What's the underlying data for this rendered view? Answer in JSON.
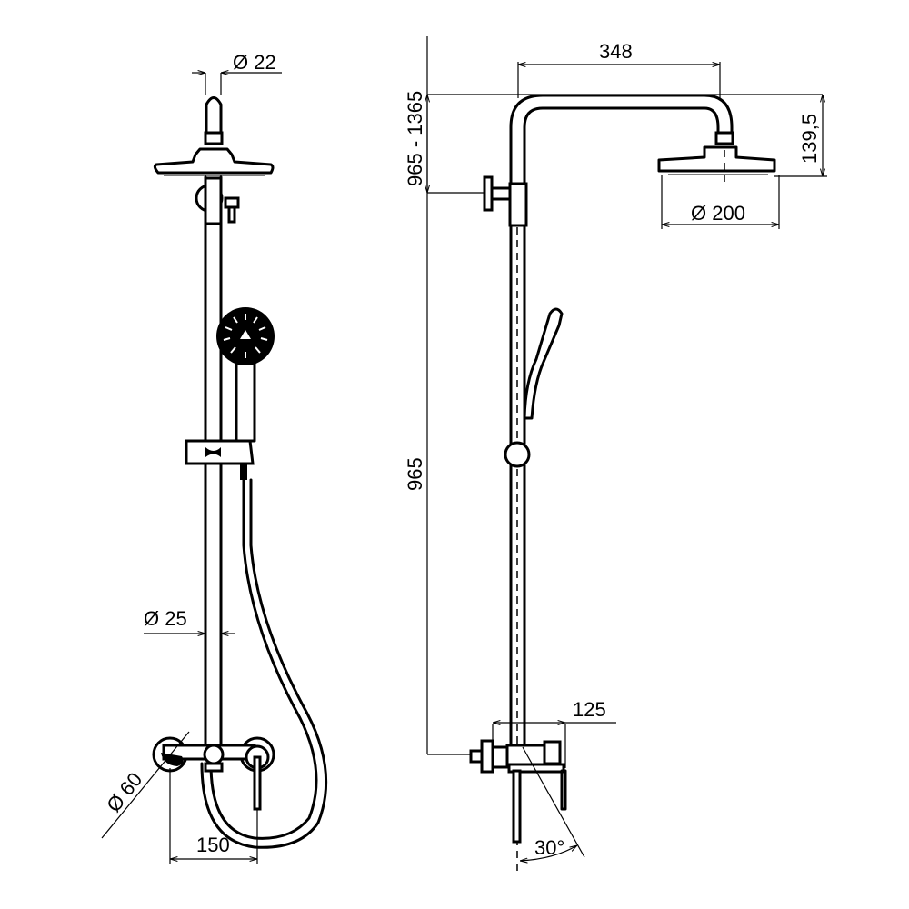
{
  "drawing": {
    "title": "Shower column technical drawing",
    "units": "mm",
    "front_view": {
      "dimensions": {
        "head_arm_diameter": "Ø 22",
        "riser_pipe_diameter": "Ø 25",
        "wall_flange_diameter": "Ø 60",
        "connection_spacing": "150"
      }
    },
    "side_view": {
      "dimensions": {
        "arm_reach": "348",
        "height_range": "965 - 1365",
        "head_drop": "139,5",
        "head_diameter": "Ø 200",
        "riser_height": "965",
        "mixer_projection": "125",
        "lever_angle": "30°"
      }
    }
  }
}
